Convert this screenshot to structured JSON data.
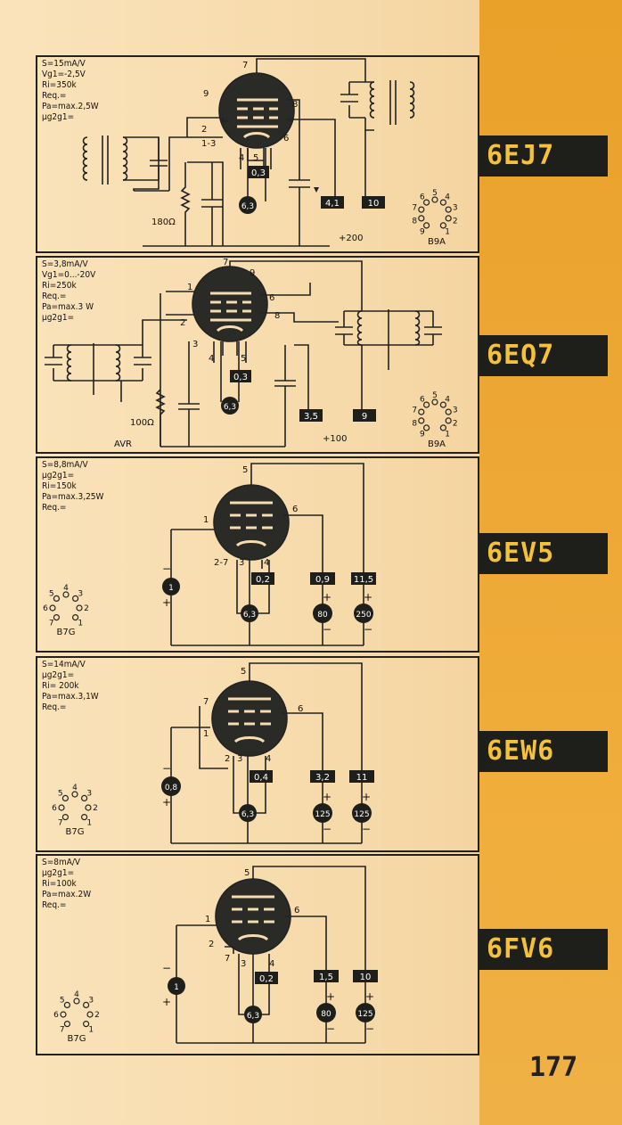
{
  "page_number": "177",
  "tubes": [
    {
      "name": "6EJ7",
      "specs": [
        "S=15mA/V",
        "Vg1=-2,5V",
        "Ri=350k",
        "Req.=",
        "Pa=max.2,5W",
        "µg2g1="
      ],
      "base": "B9A",
      "base_pins": [
        "1",
        "2",
        "3",
        "4",
        "5",
        "6",
        "7",
        "8",
        "9"
      ],
      "pins": {
        "p7": "7",
        "p9": "9",
        "p8": "8",
        "p2": "2",
        "p13": "1-3",
        "p4": "4",
        "p5": "5",
        "p6": "6"
      },
      "boxes": {
        "filament": "0,3",
        "grid": "4,1",
        "anode": "10"
      },
      "circles": {
        "heater": "6,3"
      },
      "resistor": "180Ω",
      "supply": "+200"
    },
    {
      "name": "6EQ7",
      "specs": [
        "S=3,8mA/V",
        "Vg1=0...-20V",
        "Ri=250k",
        "Req.=",
        "Pa=max.3 W",
        "µg2g1="
      ],
      "base": "B9A",
      "base_pins": [
        "1",
        "2",
        "3",
        "4",
        "5",
        "6",
        "7",
        "8",
        "9"
      ],
      "pins": {
        "p7": "7",
        "p9": "9",
        "p1": "1",
        "p6": "6",
        "p2": "2",
        "p8": "8",
        "p3": "3",
        "p4": "4",
        "p5": "5"
      },
      "boxes": {
        "filament": "0,3",
        "grid": "3,5",
        "anode": "9"
      },
      "circles": {
        "heater": "6,3"
      },
      "resistor": "100Ω",
      "avr": "AVR",
      "supply": "+100"
    },
    {
      "name": "6EV5",
      "specs": [
        "S=8,8mA/V",
        "µg2g1=",
        "Ri=150k",
        "Pa=max.3,25W",
        "Req.="
      ],
      "base": "B7G",
      "base_pins": [
        "1",
        "2",
        "3",
        "4",
        "5",
        "6",
        "7"
      ],
      "pins": {
        "p5": "5",
        "p1": "1",
        "p6": "6",
        "p27": "2-7",
        "p3": "3",
        "p4": "4"
      },
      "boxes": {
        "filament": "0,2",
        "grid": "0,9",
        "anode": "11,5"
      },
      "circles": {
        "bias": "1",
        "heater": "6,3",
        "g2v": "80",
        "av": "250"
      }
    },
    {
      "name": "6EW6",
      "specs": [
        "S=14mA/V",
        "µg2g1=",
        "Ri= 200k",
        "Pa=max.3,1W",
        "Req.="
      ],
      "base": "B7G",
      "base_pins": [
        "1",
        "2",
        "3",
        "4",
        "5",
        "6",
        "7"
      ],
      "pins": {
        "p5": "5",
        "p7": "7",
        "p1": "1",
        "p6": "6",
        "p2": "2",
        "p3": "3",
        "p4": "4"
      },
      "boxes": {
        "filament": "0,4",
        "grid": "3,2",
        "anode": "11"
      },
      "circles": {
        "bias": "0,8",
        "heater": "6,3",
        "g2v": "125",
        "av": "125"
      }
    },
    {
      "name": "6FV6",
      "specs": [
        "S=8mA/V",
        "µg2g1=",
        "Ri=100k",
        "Pa=max.2W",
        "Req.="
      ],
      "base": "B7G",
      "base_pins": [
        "1",
        "2",
        "3",
        "4",
        "5",
        "6",
        "7"
      ],
      "pins": {
        "p5": "5",
        "p1": "1",
        "p6": "6",
        "p2": "2",
        "p7": "7",
        "p3": "3",
        "p4": "4"
      },
      "boxes": {
        "filament": "0,2",
        "grid": "1,5",
        "anode": "10"
      },
      "circles": {
        "bias": "1",
        "heater": "6,3",
        "g2v": "80",
        "av": "125"
      }
    }
  ]
}
